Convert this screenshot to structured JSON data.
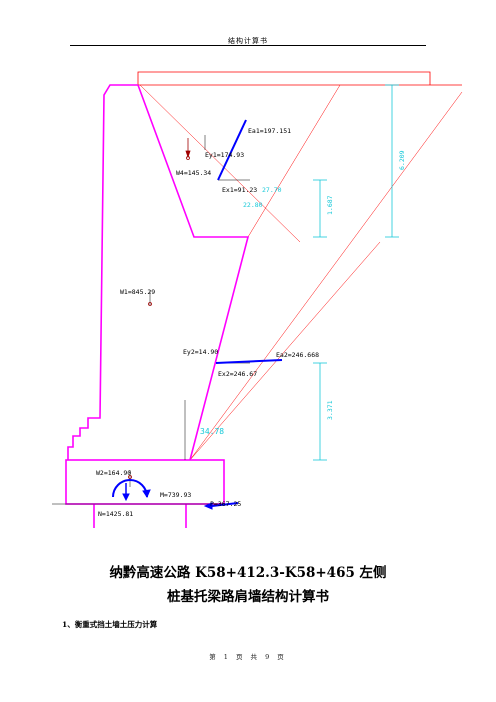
{
  "header": {
    "title": "结构计算书"
  },
  "drawing": {
    "labels": {
      "ea1": "Ea1=197.151",
      "ey1": "Ey1=174.93",
      "w4": "W4=145.34",
      "ex1": "Ex1=91.23",
      "ang1": "27.70",
      "ang2": "22.80",
      "w1": "W1=845.29",
      "ey2": "Ey2=14.90",
      "ea2": "Ea2=246.668",
      "ex2": "Ex2=246.67",
      "ang3": "34.78",
      "w2": "W2=164.90",
      "m": "M=739.93",
      "n": "N=1425.81",
      "p": "P=367.25",
      "dim_top": "6.209",
      "dim_mid": "1.687",
      "dim_low": "3.371"
    }
  },
  "document": {
    "title_line1": "纳黔高速公路 K58+412.3-K58+465 左侧",
    "title_line2": "桩基托梁路肩墙结构计算书",
    "section1": "1、衡重式挡土墙土压力计算"
  },
  "footer": {
    "page": "第 1 页 共 9 页"
  },
  "colors": {
    "wall": "#ff00ff",
    "soil_line": "#ff0000",
    "force": "#0000ff",
    "dimension": "#16c8d8"
  }
}
